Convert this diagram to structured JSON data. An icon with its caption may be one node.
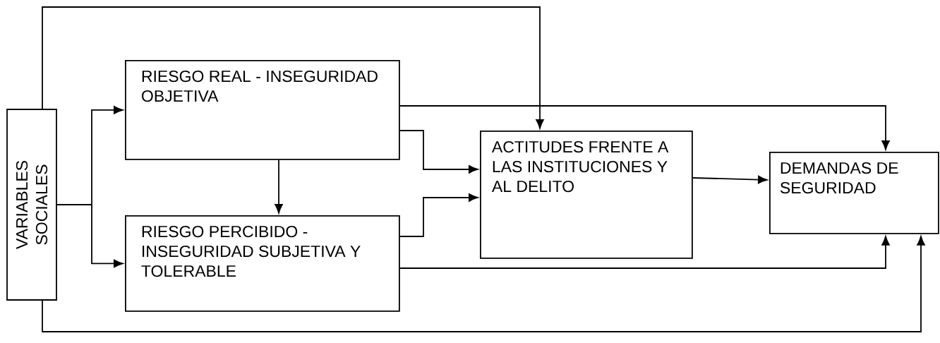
{
  "diagram": {
    "nodes": [
      {
        "text": [
          "VARIABLES SOCIALES"
        ]
      },
      {
        "text": [
          "RIESGO REAL - INSEGURIDAD OBJETIVA"
        ]
      },
      {
        "text": [
          "RIESGO PERCIBIDO - INSEGURIDAD SUBJETIVA Y TOLERABLE"
        ]
      },
      {
        "text": [
          "ACTITUDES FRENTE A LAS INSTITUCIONES Y AL DELITO"
        ]
      },
      {
        "text": [
          "DEMANDAS DE SEGURIDAD"
        ]
      }
    ],
    "edges": [
      {
        "from": 0,
        "to": 1,
        "arrow": "to"
      },
      {
        "from": 0,
        "to": 2,
        "arrow": "to"
      },
      {
        "from": 0,
        "to": 3,
        "arrow": "to"
      },
      {
        "from": 0,
        "to": 4,
        "arrow": "to"
      },
      {
        "from": 1,
        "to": 2,
        "arrow": "to"
      },
      {
        "from": 1,
        "to": 3,
        "arrow": "to"
      },
      {
        "from": 2,
        "to": 3,
        "arrow": "to"
      },
      {
        "from": 1,
        "to": 4,
        "arrow": "to"
      },
      {
        "from": 2,
        "to": 4,
        "arrow": "to"
      },
      {
        "from": 3,
        "to": 4,
        "arrow": "to"
      }
    ]
  }
}
